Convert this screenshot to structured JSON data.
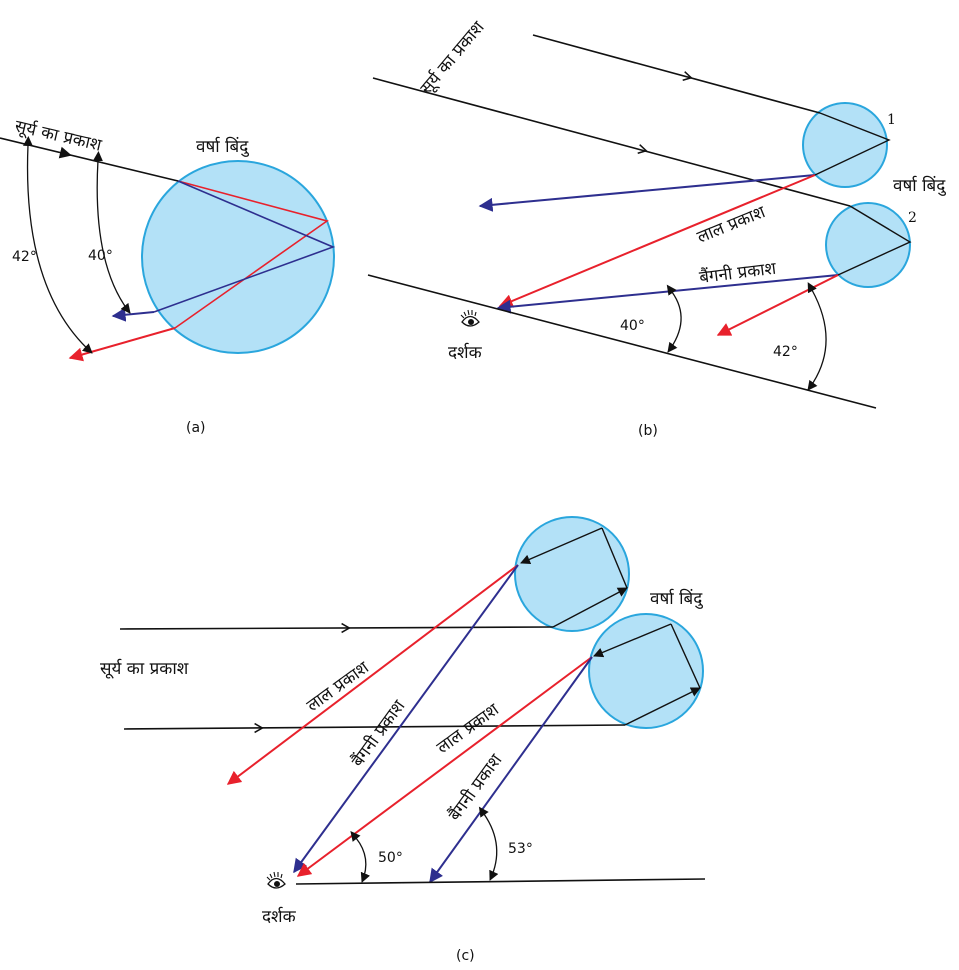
{
  "colors": {
    "drop_fill": "#b3e1f7",
    "drop_stroke": "#2aa6dd",
    "red_ray": "#e8212c",
    "violet_ray": "#2e2f8f",
    "sun_ray": "#111111"
  },
  "panel_a": {
    "sunlight_label": "सूर्य का प्रकाश",
    "drop_label": "वर्षा बिंदु",
    "angle_outer": "42°",
    "angle_inner": "40°",
    "caption": "(a)"
  },
  "panel_b": {
    "sunlight_label": "सूर्य का प्रकाश",
    "drop_label": "वर्षा बिंदु",
    "drop_1_number": "1",
    "drop_2_number": "2",
    "red_light_label": "लाल प्रकाश",
    "violet_light_label": "बैंगनी प्रकाश",
    "observer_label": "दर्शक",
    "angle_violet": "40°",
    "angle_red": "42°",
    "caption": "(b)"
  },
  "panel_c": {
    "sunlight_label": "सूर्य का प्रकाश",
    "drop_label": "वर्षा बिंदु",
    "red_light_label_1": "लाल प्रकाश",
    "violet_light_label_1": "बैंगनी प्रकाश",
    "red_light_label_2": "लाल प्रकाश",
    "violet_light_label_2": "बैंगनी प्रकाश",
    "observer_label": "दर्शक",
    "angle_1": "50°",
    "angle_2": "53°",
    "caption": "(c)"
  }
}
